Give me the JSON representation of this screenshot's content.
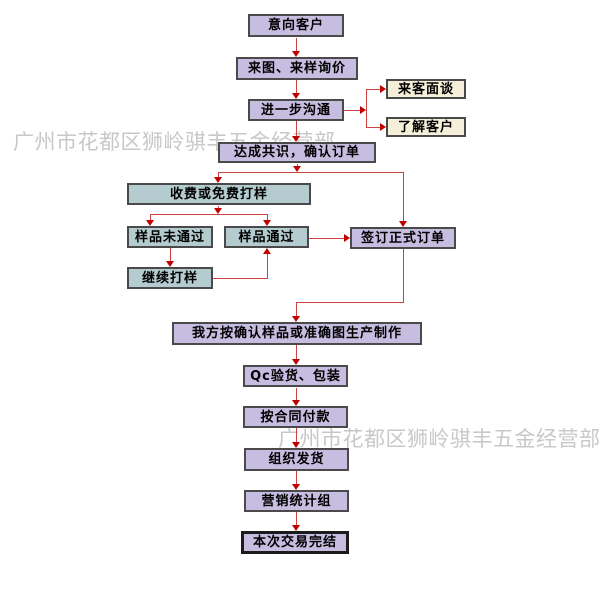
{
  "colors": {
    "purple_box": "#c6bde0",
    "teal_box": "#b4cccf",
    "cream_box": "#f5efd9",
    "arrow_line": "#cf4343",
    "arrow_head": "#c00000",
    "box_border": "#4a4a4a",
    "watermark": "#c8c8c8"
  },
  "watermark": {
    "text": "广州市花都区狮岭骐丰五金经营部"
  },
  "flowchart": {
    "nodes": {
      "intent_customer": {
        "label": "意向客户"
      },
      "inquiry": {
        "label": "来图、来样询价"
      },
      "further_communication": {
        "label": "进一步沟通"
      },
      "visitor_interview": {
        "label": "来客面谈"
      },
      "understand_customer": {
        "label": "了解客户"
      },
      "confirm_order": {
        "label": "达成共识，确认订单"
      },
      "sampling": {
        "label": "收费或免费打样"
      },
      "sample_failed": {
        "label": "样品未通过"
      },
      "sample_passed": {
        "label": "样品通过"
      },
      "sign_formal_order": {
        "label": "签订正式订单"
      },
      "continue_sampling": {
        "label": "继续打样"
      },
      "production": {
        "label": "我方按确认样品或准确图生产制作"
      },
      "qc_packaging": {
        "label": "Qc验货、包装"
      },
      "payment": {
        "label": "按合同付款"
      },
      "shipping": {
        "label": "组织发货"
      },
      "marketing_stats": {
        "label": "营销统计组"
      },
      "deal_complete": {
        "label": "本次交易完结"
      }
    }
  }
}
